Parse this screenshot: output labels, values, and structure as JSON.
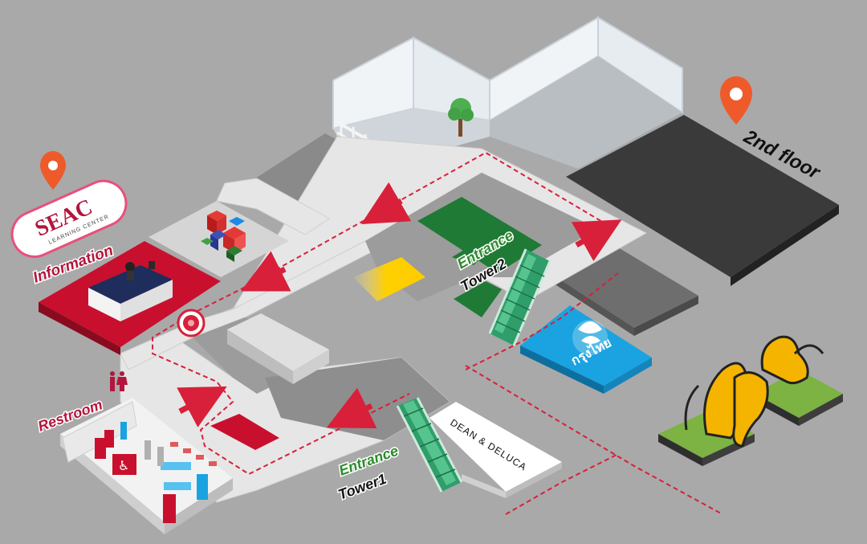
{
  "labels": {
    "floor": "2nd floor",
    "information": "Information",
    "restroom": "Restroom",
    "entrance_tower1_line1": "Entrance",
    "entrance_tower1_line2": "Tower1",
    "entrance_tower2_line1": "Entrance",
    "entrance_tower2_line2": "Tower2"
  },
  "logos": {
    "seac_main": "SEAC",
    "seac_sub": "LEARNING CENTER",
    "dean_deluca": "DEAN & DELUCA",
    "krungthai": "กรุงไทย"
  },
  "colors": {
    "background": "#a9a9a9",
    "walkway": "#e6e6e6",
    "route": "#d8203a",
    "pin": "#ef5a2a",
    "information_floor": "#c8102e",
    "entrance_green": "#1f7a35",
    "krungthai_blue": "#1aa3e0",
    "dark_zone": "#3a3a3a"
  },
  "icons": [
    "location-pin-icon",
    "restroom-icon",
    "route-arrow-icon",
    "current-location-icon",
    "tree-icon",
    "escalator-icon"
  ]
}
